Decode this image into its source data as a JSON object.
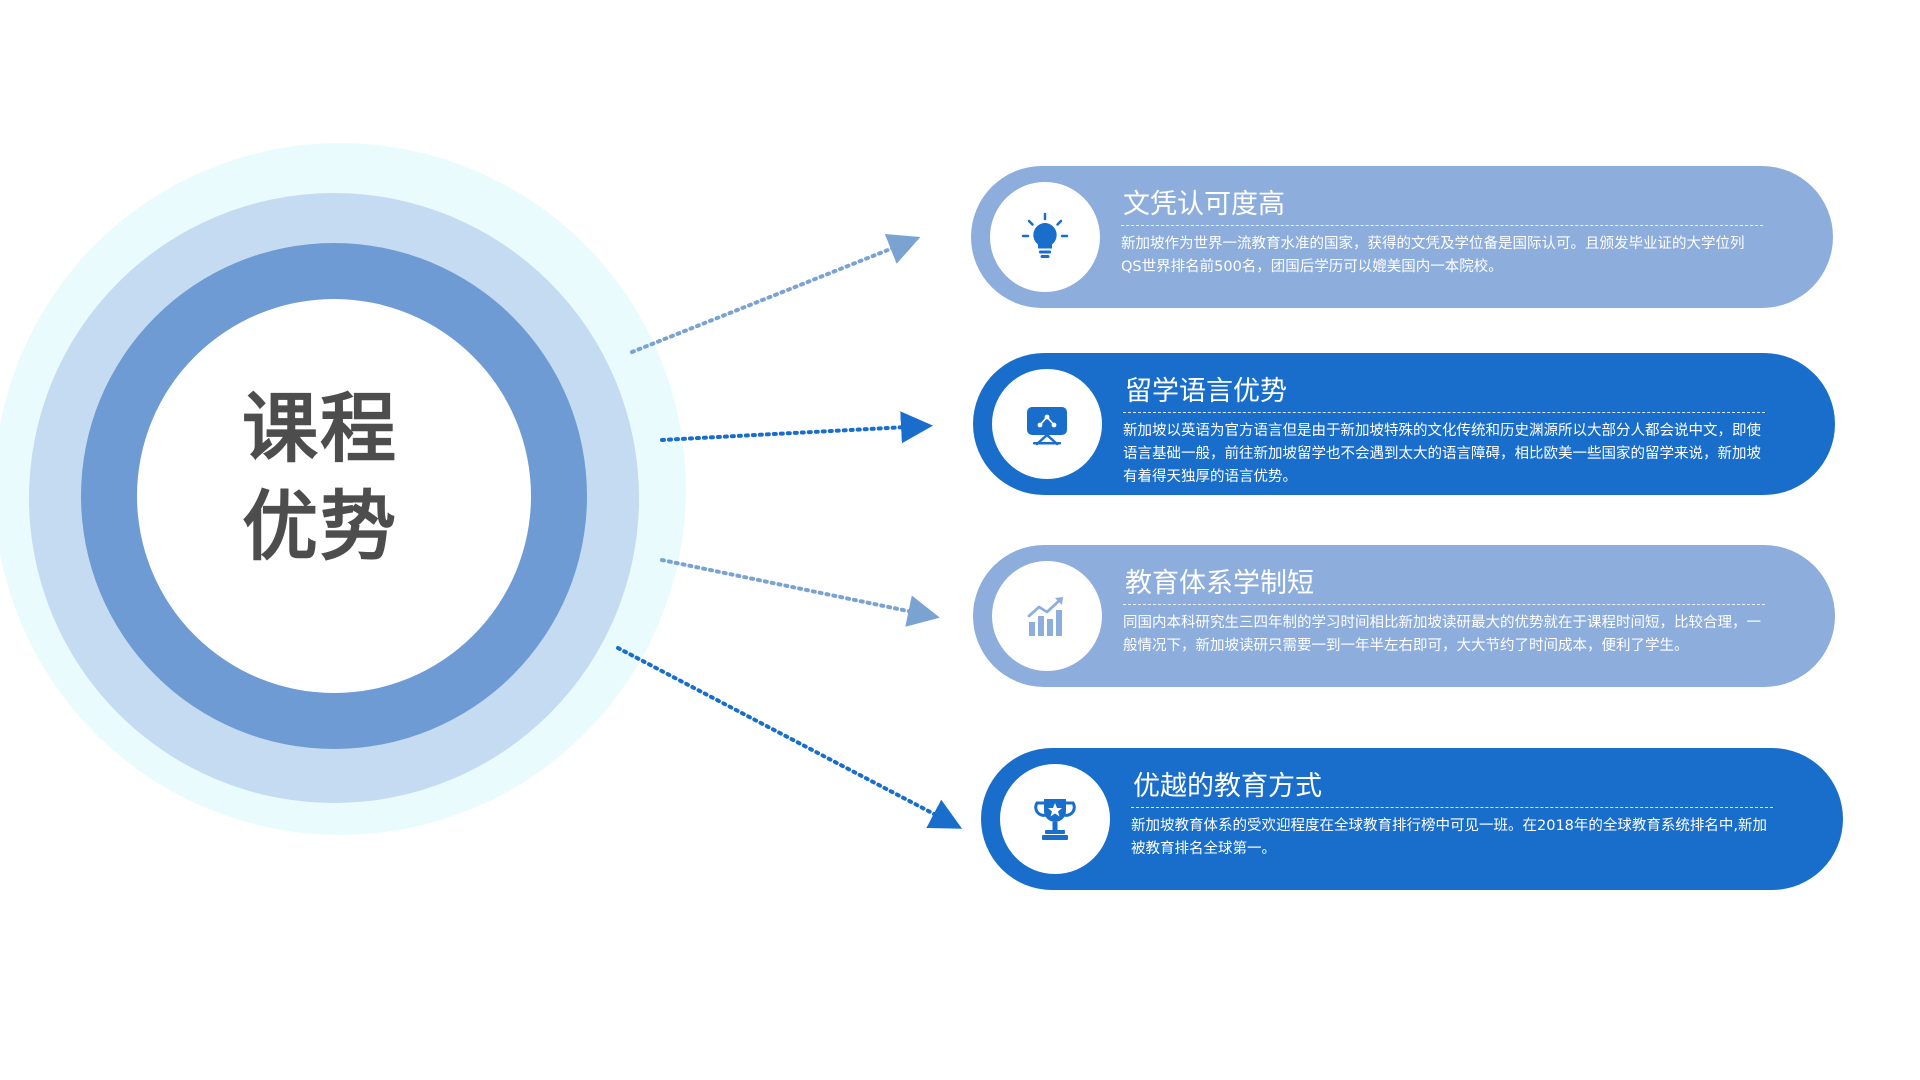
{
  "center": {
    "line1": "课程",
    "line2": "优势"
  },
  "colors": {
    "card_light": "#8daedc",
    "card_dark": "#1a6ecb",
    "ring_outer": "#eafbfe",
    "ring_light": "#c4dbf1",
    "ring_mid": "#6f9bd4",
    "center_text": "#4d4d4d"
  },
  "cards": [
    {
      "title": "文凭认可度高",
      "desc": "新加坡作为世界一流教育水准的国家，获得的文凭及学位备是国际认可。且颁发毕业证的大学位列QS世界排名前500名，团国后学历可以媲美国内一本院校。",
      "icon": "lightbulb-icon",
      "style": "light"
    },
    {
      "title": "留学语言优势",
      "desc": "新加坡以英语为官方语言但是由于新加坡特殊的文化传统和历史渊源所以大部分人都会说中文，即使语言基础一般，前往新加坡留学也不会遇到太大的语言障碍，相比欧美一些国家的留学来说，新加坡有着得天独厚的语言优势。",
      "icon": "presentation-board-icon",
      "style": "dark"
    },
    {
      "title": "教育体系学制短",
      "desc": "同国内本科研究生三四年制的学习时间相比新加坡读研最大的优势就在于课程时间短，比较合理，一般情况下，新加坡读研只需要一到一年半左右即可，大大节约了时间成本，便利了学生。",
      "icon": "growth-chart-icon",
      "style": "light"
    },
    {
      "title": "优越的教育方式",
      "desc": "新加坡教育体系的受欢迎程度在全球教育排行榜中可见一班。在2018年的全球教育系统排名中,新加被教育排名全球第一。",
      "icon": "trophy-icon",
      "style": "dark"
    }
  ]
}
